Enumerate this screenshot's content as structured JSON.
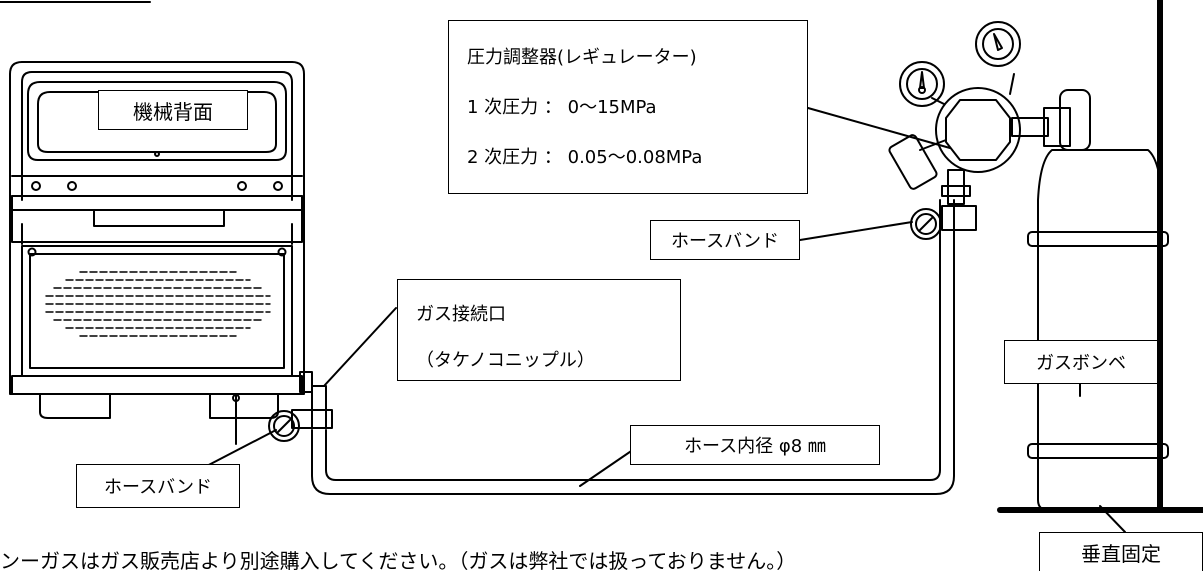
{
  "labels": {
    "machine_back": "機械背面",
    "regulator_title": "圧力調整器(レギュレーター)",
    "primary_pressure": "1 次圧力 ： 0～15MPa",
    "secondary_pressure": "2 次圧力 ： 0.05～0.08MPa",
    "hose_band_top": "ホースバンド",
    "gas_inlet_title": "ガス接続口",
    "gas_inlet_sub": "（タケノコニップル）",
    "hose_diameter": "ホース内径 φ8 ㎜",
    "hose_band_bottom": "ホースバンド",
    "gas_cylinder": "ガスボンベ",
    "vertical_fix": "垂直固定",
    "footnote": "ンーガスはガス販売店より別途購入してください。（ガスは弊社では扱っておりません。）"
  },
  "colors": {
    "line": "#000000",
    "background": "#ffffff"
  }
}
